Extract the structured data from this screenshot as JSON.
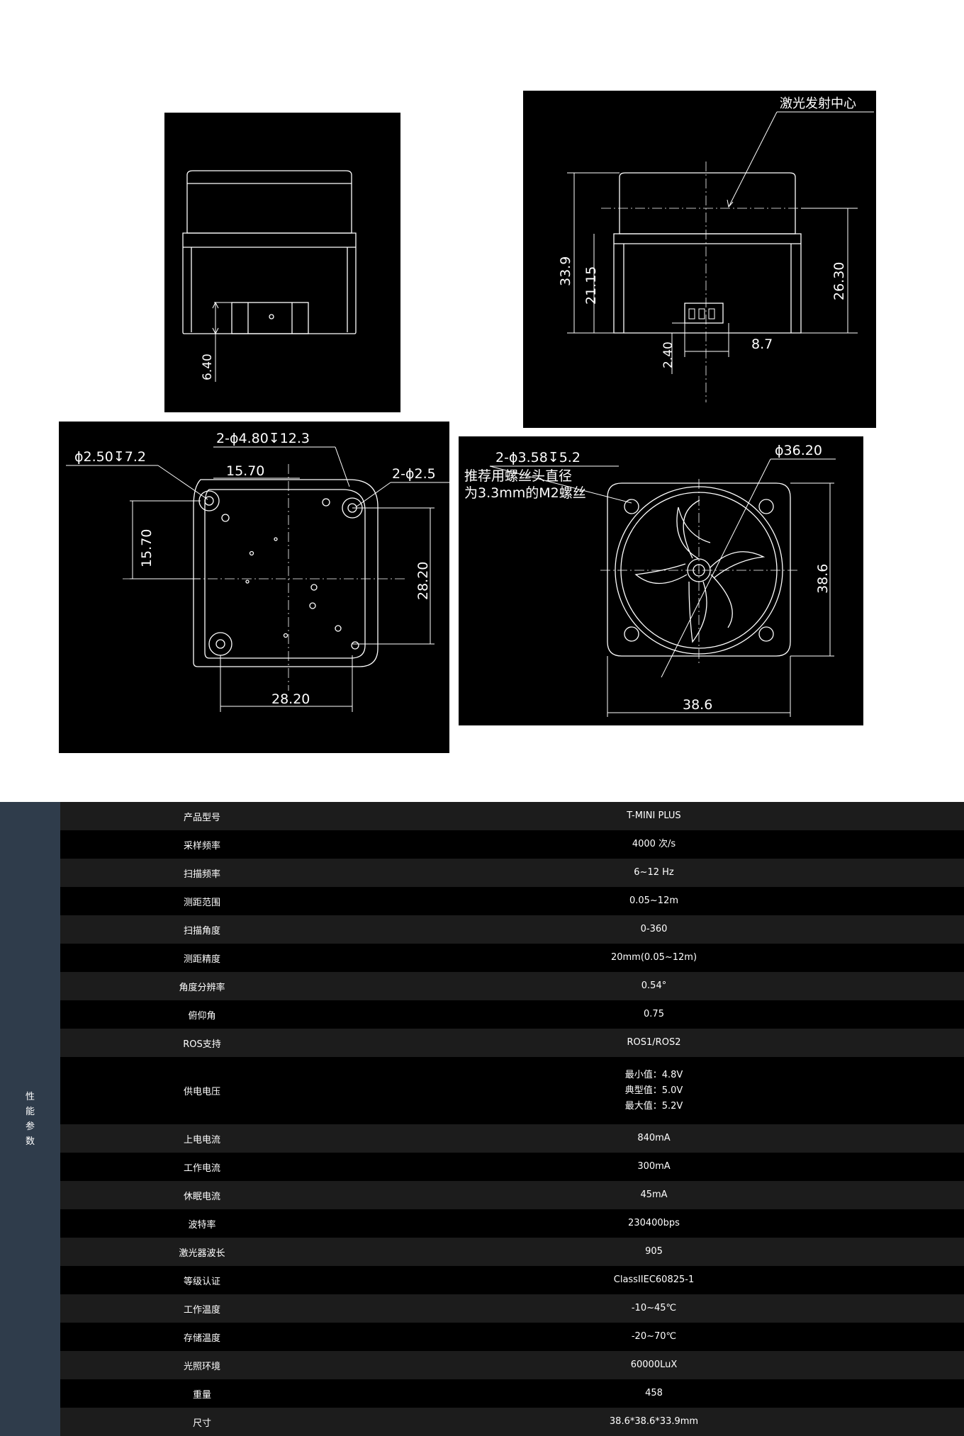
{
  "drawings": {
    "side_view": {
      "dim_bottom": "6.40"
    },
    "front_view": {
      "callout": "激光发射中心",
      "dim_total_height": "33.9",
      "dim_body_height": "21.15",
      "dim_right_height": "26.30",
      "dim_connector_height": "2.40",
      "dim_connector_offset": "8.7"
    },
    "bottom_view": {
      "hole_left": "ϕ2.50↧7.2",
      "hole_top": "2-ϕ4.80↧12.3",
      "hole_right": "2-ϕ2.5",
      "dim_top": "15.70",
      "dim_left": "15.70",
      "dim_right": "28.20",
      "dim_bottom": "28.20"
    },
    "top_view": {
      "hole_note": "2-ϕ3.58↧5.2",
      "screw_note_1": "推荐用螺丝头直径",
      "screw_note_2": "为3.3mm的M2螺丝",
      "diameter": "ϕ36.20",
      "dim_right": "38.6",
      "dim_bottom": "38.6"
    }
  },
  "spec": {
    "section_label": "性能参数",
    "rows": [
      {
        "key": "产品型号",
        "value": "T-MINI PLUS"
      },
      {
        "key": "采样频率",
        "value": "4000 次/s"
      },
      {
        "key": "扫描频率",
        "value": "6~12 Hz"
      },
      {
        "key": "测距范围",
        "value": "0.05~12m"
      },
      {
        "key": "扫描角度",
        "value": "0-360"
      },
      {
        "key": "测距精度",
        "value": "20mm(0.05~12m)"
      },
      {
        "key": "角度分辨率",
        "value": "0.54°"
      },
      {
        "key": "俯仰角",
        "value": "0.75"
      },
      {
        "key": "ROS支持",
        "value": "ROS1/ROS2"
      },
      {
        "key": "供电电压",
        "value": "最小值：4.8V\n典型值：5.0V\n最大值：5.2V"
      },
      {
        "key": "上电电流",
        "value": "840mA"
      },
      {
        "key": "工作电流",
        "value": "300mA"
      },
      {
        "key": "休眠电流",
        "value": "45mA"
      },
      {
        "key": "波特率",
        "value": "230400bps"
      },
      {
        "key": "激光器波长",
        "value": "905"
      },
      {
        "key": "等级认证",
        "value": "ClassIIEC60825-1"
      },
      {
        "key": "工作温度",
        "value": "-10~45℃"
      },
      {
        "key": "存储温度",
        "value": "-20~70℃"
      },
      {
        "key": "光照环境",
        "value": "60000LuX"
      },
      {
        "key": "重量",
        "value": "458"
      },
      {
        "key": "尺寸",
        "value": "38.6*38.6*33.9mm"
      }
    ]
  }
}
